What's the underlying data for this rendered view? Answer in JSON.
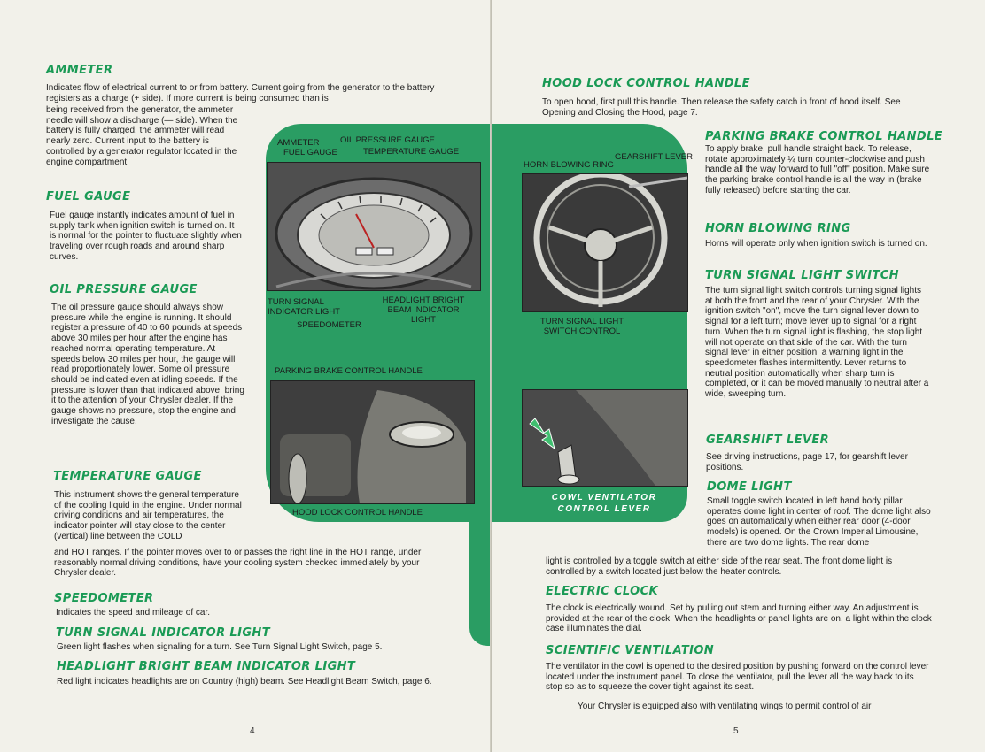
{
  "left_page": {
    "ammeter": {
      "heading": "AMMETER",
      "text_full": "Indicates flow of electrical current to or from battery. Current going from the generator to the battery registers as a charge (+ side). If more current is being consumed than is",
      "text_narrow": "being received from the generator, the ammeter needle will show a discharge (— side). When the battery is fully charged, the ammeter will read nearly zero. Current input to the battery is controlled by a generator regulator located in the engine compartment."
    },
    "fuel_gauge": {
      "heading": "FUEL GAUGE",
      "text": "Fuel gauge instantly indicates amount of fuel in supply tank when ignition switch is turned on. It is normal for the pointer to fluctuate slightly when traveling over rough roads and around sharp curves."
    },
    "oil_pressure_gauge": {
      "heading": "OIL PRESSURE GAUGE",
      "text": "The oil pressure gauge should always show pressure while the engine is running. It should register a pressure of 40 to 60 pounds at speeds above 30 miles per hour after the engine has reached normal operating temperature. At speeds below 30 miles per hour, the gauge will read proportionately lower. Some oil pressure should be indicated even at idling speeds. If the pressure is lower than that indicated above, bring it to the attention of your Chrysler dealer. If the gauge shows no pressure, stop the engine and investigate the cause."
    },
    "temperature_gauge": {
      "heading": "TEMPERATURE GAUGE",
      "text_narrow": "This instrument shows the general temperature of the cooling liquid in the engine. Under normal driving conditions and air temperatures, the indicator pointer will stay close to the center (vertical) line between the COLD",
      "text_full": "and HOT ranges. If the pointer moves over to or passes the right line in the HOT range, under reasonably normal driving conditions, have your cooling system checked immediately by your Chrysler dealer."
    },
    "speedometer": {
      "heading": "SPEEDOMETER",
      "text": "Indicates the speed and mileage of car."
    },
    "turn_signal_indicator": {
      "heading": "TURN SIGNAL INDICATOR LIGHT",
      "text": "Green light flashes when signaling for a turn. See Turn Signal Light Switch, page 5."
    },
    "headlight_beam_indicator": {
      "heading": "HEADLIGHT BRIGHT BEAM INDICATOR LIGHT",
      "text": "Red light indicates headlights are on Country (high) beam. See Headlight Beam Switch, page 6."
    },
    "page_number": "4",
    "captions": {
      "ammeter": "AMMETER",
      "oil_pressure": "OIL PRESSURE GAUGE",
      "fuel_gauge": "FUEL GAUGE",
      "temperature": "TEMPERATURE GAUGE",
      "turn_signal_indicator": "TURN SIGNAL INDICATOR LIGHT",
      "speedometer": "SPEEDOMETER",
      "headlight_beam": "HEADLIGHT BRIGHT BEAM INDICATOR LIGHT",
      "parking_brake": "PARKING BRAKE CONTROL HANDLE",
      "hood_lock": "HOOD LOCK CONTROL HANDLE"
    }
  },
  "right_page": {
    "hood_lock": {
      "heading": "HOOD LOCK CONTROL HANDLE",
      "text": "To open hood, first pull this handle. Then release the safety catch in front of hood itself. See Opening and Closing the Hood, page 7."
    },
    "parking_brake": {
      "heading": "PARKING BRAKE CONTROL HANDLE",
      "text": "To apply brake, pull handle straight back. To release, rotate approximately ¼ turn counter-clockwise and push handle all the way forward to full \"off\" position. Make sure the parking brake control handle is all the way in (brake fully released) before starting the car."
    },
    "horn_ring": {
      "heading": "HORN BLOWING RING",
      "text": "Horns will operate only when ignition switch is turned on."
    },
    "turn_signal_switch": {
      "heading": "TURN SIGNAL LIGHT SWITCH",
      "text": "The turn signal light switch controls turning signal lights at both the front and the rear of your Chrysler. With the ignition switch \"on\", move the turn signal lever down to signal for a left turn; move lever up to signal for a right turn. When the turn signal light is flashing, the stop light will not operate on that side of the car. With the turn signal lever in either position, a warning light in the speedometer flashes intermittently. Lever returns to neutral position automatically when sharp turn is completed, or it can be moved manually to neutral after a wide, sweeping turn."
    },
    "gearshift": {
      "heading": "GEARSHIFT LEVER",
      "text": "See driving instructions, page 17, for gearshift lever positions."
    },
    "dome_light": {
      "heading": "DOME LIGHT",
      "text_narrow": "Small toggle switch located in left hand body pillar operates dome light in center of roof. The dome light also goes on automatically when either rear door (4-door models) is opened. On the Crown Imperial Limousine, there are two dome lights. The rear dome",
      "text_full": "light is controlled by a toggle switch at either side of the rear seat. The front dome light is controlled by a switch located just below the heater controls."
    },
    "electric_clock": {
      "heading": "ELECTRIC CLOCK",
      "text": "The clock is electrically wound. Set by pulling out stem and turning either way. An adjustment is provided at the rear of the clock. When the headlights or panel lights are on, a light within the clock case illuminates the dial."
    },
    "ventilation": {
      "heading": "SCIENTIFIC VENTILATION",
      "text": "The ventilator in the cowl is opened to the desired position by pushing forward on the control lever located under the instrument panel. To close the ventilator, pull the lever all the way back to its stop so as to squeeze the cover tight against its seat.",
      "text_last": "Your Chrysler is equipped also with ventilating wings to permit control of air"
    },
    "page_number": "5",
    "captions": {
      "gearshift": "GEARSHIFT LEVER",
      "horn_ring": "HORN BLOWING RING",
      "turn_signal_switch": "TURN SIGNAL LIGHT SWITCH CONTROL",
      "cowl_ventilator": "COWL VENTILATOR CONTROL LEVER"
    }
  },
  "colors": {
    "heading_green": "#1a9a55",
    "brush_green": "#2a9d63",
    "paper": "#f2f1ea"
  }
}
